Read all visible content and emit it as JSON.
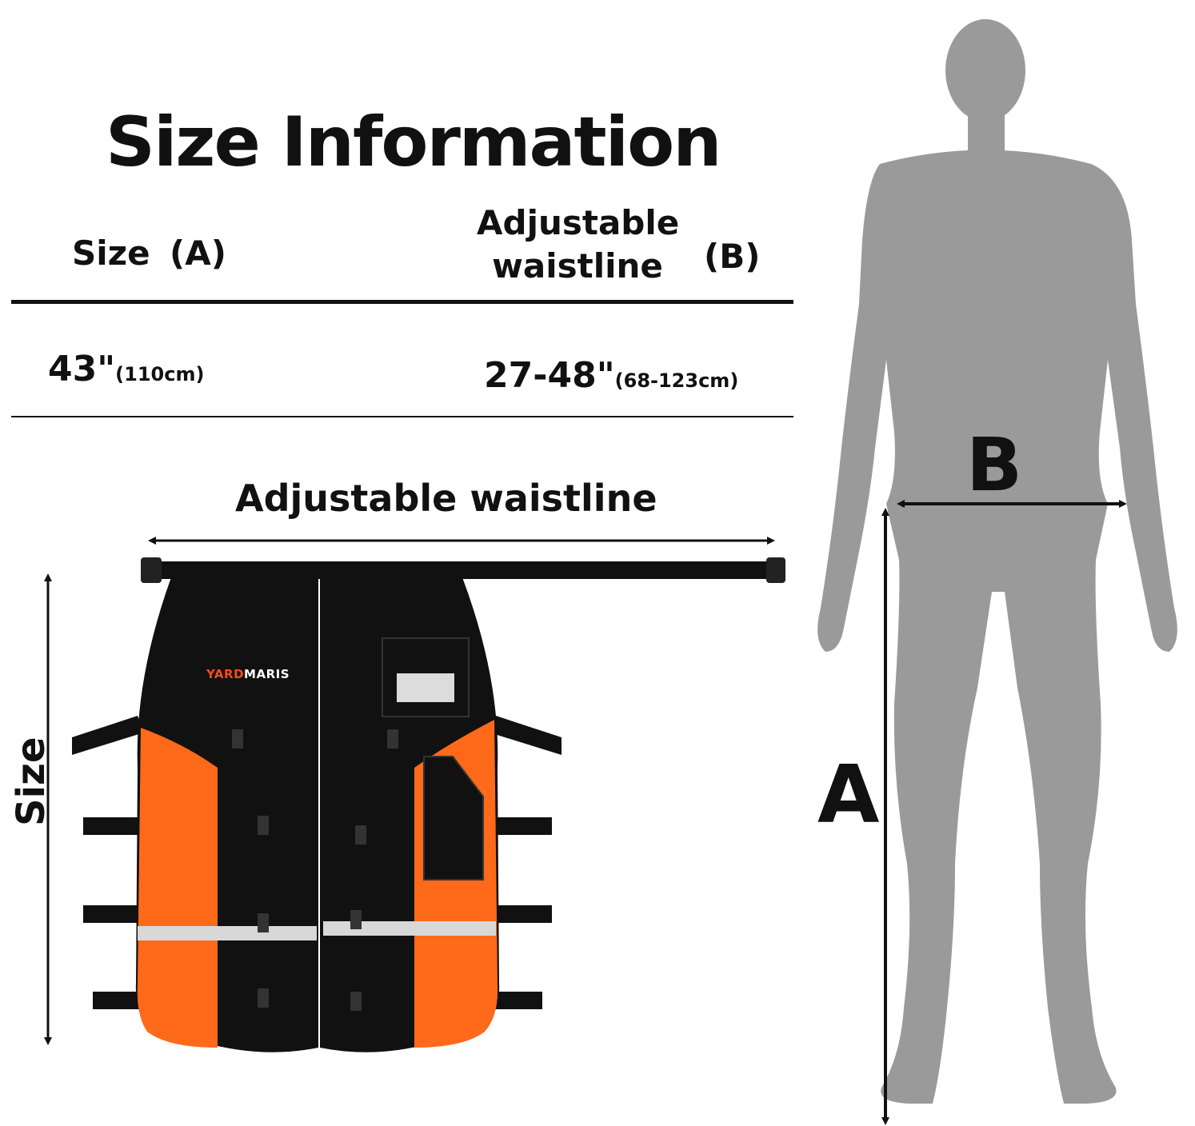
{
  "title": "Size Information",
  "table": {
    "headers": {
      "size": "Size",
      "size_letter": "(A)",
      "waist_line1": "Adjustable",
      "waist_line2": "waistline",
      "waist_letter": "(B)"
    },
    "row": {
      "size_in": "43\"",
      "size_cm": "(110cm)",
      "waist_in": "27-48\"",
      "waist_cm": "(68-123cm)"
    }
  },
  "captions": {
    "waistline": "Adjustable waistline",
    "size": "Size"
  },
  "figure_labels": {
    "waist": "B",
    "height": "A"
  },
  "product": {
    "brand_prefix": "YARD",
    "brand_suffix": "MARIS"
  },
  "colors": {
    "orange": "#ff6a1a",
    "black": "#111111",
    "silhouette": "#9a9a9a",
    "reflective": "#d8d8d8"
  }
}
